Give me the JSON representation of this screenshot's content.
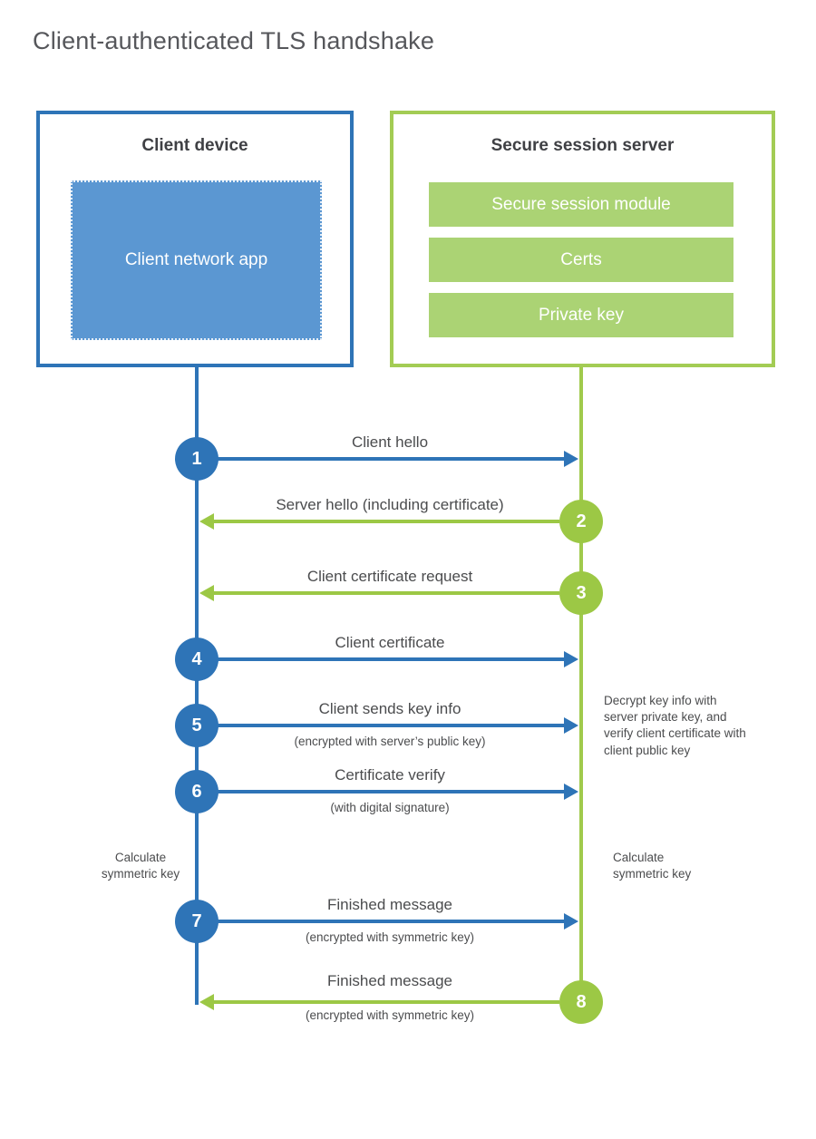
{
  "title": "Client-authenticated TLS handshake",
  "client": {
    "title": "Client device",
    "app_label": "Client network app"
  },
  "server": {
    "title": "Secure session server",
    "modules": [
      "Secure session module",
      "Certs",
      "Private key"
    ]
  },
  "steps": [
    {
      "num": "1",
      "direction": "client-to-server",
      "label": "Client hello"
    },
    {
      "num": "2",
      "direction": "server-to-client",
      "label": "Server hello (including certificate)"
    },
    {
      "num": "3",
      "direction": "server-to-client",
      "label": "Client certificate request"
    },
    {
      "num": "4",
      "direction": "client-to-server",
      "label": "Client certificate"
    },
    {
      "num": "5",
      "direction": "client-to-server",
      "label": "Client sends key info",
      "sublabel": "(encrypted with server’s public key)"
    },
    {
      "num": "6",
      "direction": "client-to-server",
      "label": "Certificate verify",
      "sublabel": "(with digital signature)"
    },
    {
      "num": "7",
      "direction": "client-to-server",
      "label": "Finished message",
      "sublabel": "(encrypted with symmetric key)"
    },
    {
      "num": "8",
      "direction": "server-to-client",
      "label": "Finished message",
      "sublabel": "(encrypted with symmetric key)"
    }
  ],
  "notes": {
    "decrypt_note": "Decrypt key info with server private key, and verify client certificate with client public key",
    "calc_symmetric_left": "Calculate symmetric key",
    "calc_symmetric_right": "Calculate symmetric key"
  },
  "colors": {
    "client_blue": "#2e74b7",
    "client_fill_blue": "#5b97d2",
    "server_green_border": "#a3cc54",
    "server_green_accent": "#9cc845",
    "server_green_fill": "#abd374",
    "text_gray": "#4b4c4e",
    "title_gray": "#56575b"
  }
}
